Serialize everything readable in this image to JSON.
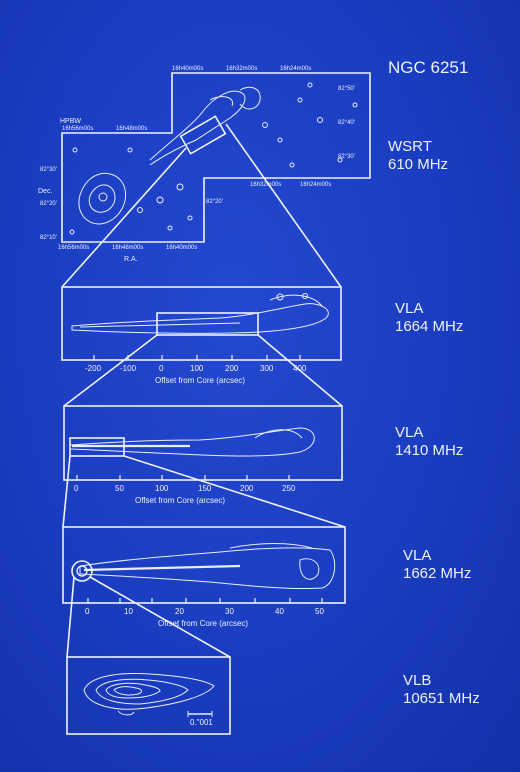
{
  "title": "NGC 6251",
  "panels": [
    {
      "telescope": "WSRT",
      "frequency": "610 MHz"
    },
    {
      "telescope": "VLA",
      "frequency": "1664 MHz"
    },
    {
      "telescope": "VLA",
      "frequency": "1410 MHz"
    },
    {
      "telescope": "VLA",
      "frequency": "1662 MHz"
    },
    {
      "telescope": "VLB",
      "frequency": "10651 MHz"
    }
  ],
  "wsrt_axes": {
    "ra_label": "R.A.",
    "dec_label": "Dec.",
    "hpbw_label": "HPBW",
    "ra_ticks_top_left": [
      "16h56m00s",
      "16h48m00s"
    ],
    "ra_ticks_top_right": [
      "16h40m00s",
      "16h32m00s",
      "16h24m00s"
    ],
    "ra_ticks_bottom_left": [
      "16h56m00s",
      "16h48m00s",
      "16h40m00s"
    ],
    "ra_ticks_bottom_right": [
      "16h32m00s",
      "16h24m00s"
    ],
    "dec_ticks_left": [
      "82°30'",
      "82°20'",
      "82°10'"
    ],
    "dec_ticks_right": [
      "82°50'",
      "82°40'",
      "82°30'",
      "82°20'"
    ]
  },
  "offset_axes": [
    {
      "xlabel": "Offset from Core (arcsec)",
      "ticks": [
        "-200",
        "-100",
        "0",
        "100",
        "200",
        "300",
        "400"
      ]
    },
    {
      "xlabel": "Offset from Core (arcsec)",
      "ticks": [
        "0",
        "50",
        "100",
        "150",
        "200",
        "250"
      ]
    },
    {
      "xlabel": "Offset from Core (arcsec)",
      "ticks": [
        "0",
        "10",
        "20",
        "30",
        "40",
        "50"
      ]
    }
  ],
  "vlb_scale": "0.\"001",
  "colors": {
    "background": "#1a3cc0",
    "ink": "#eef2ff"
  }
}
